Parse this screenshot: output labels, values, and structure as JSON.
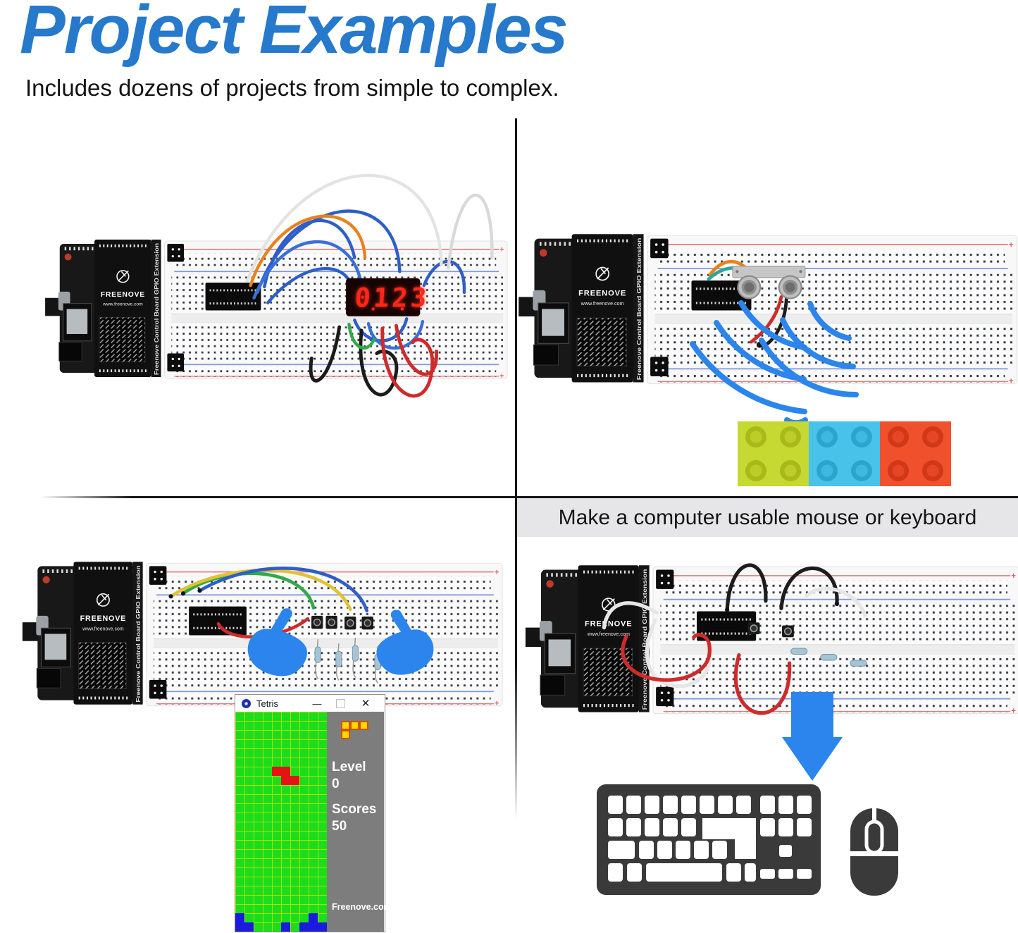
{
  "header": {
    "title": "Project Examples",
    "subtitle": "Includes dozens of projects from simple to complex.",
    "title_color": "#2679cb"
  },
  "board": {
    "brand": "FREENOVE",
    "website": "www.freenove.com",
    "edge_label": "Freenove Control Board GPIO Extension"
  },
  "seven_segment": {
    "display_value": "0123"
  },
  "caption_bar": {
    "text": "Make a computer usable mouse or keyboard"
  },
  "colors": {
    "accent_blue": "#2b85ec",
    "wire_blue": "#2e5ec8",
    "wire_red": "#cf2b2b",
    "wire_green": "#2faa4a",
    "wire_yellow": "#e0c235",
    "wire_orange": "#e8821e",
    "lego": [
      "#c6d832",
      "#48c2e8",
      "#f0502c"
    ],
    "segment_red": "#ff2718"
  },
  "tetris": {
    "window_title": "Tetris",
    "minimize_glyph": "—",
    "close_glyph": "✕",
    "level_label": "Level",
    "level_value": "0",
    "scores_label": "Scores",
    "scores_value": "50",
    "footer": "Freenove.com",
    "playfield": {
      "cols": 10,
      "rows": 24,
      "cell": 13,
      "bg": "#1cdd1c",
      "grid_line": "#d8e200"
    },
    "falling_piece": {
      "color": "#e51414",
      "cells": [
        [
          6,
          4
        ],
        [
          6,
          5
        ],
        [
          7,
          5
        ],
        [
          7,
          6
        ]
      ]
    },
    "stack": {
      "color": "#1a1ae0",
      "cells": [
        [
          22,
          0
        ],
        [
          22,
          8
        ],
        [
          23,
          0
        ],
        [
          23,
          1
        ],
        [
          23,
          5
        ],
        [
          23,
          7
        ],
        [
          23,
          8
        ],
        [
          23,
          9
        ]
      ]
    },
    "next_piece": {
      "color": "#ffd800",
      "border": "#cc5200",
      "cells": [
        [
          0,
          0
        ],
        [
          0,
          1
        ],
        [
          0,
          2
        ],
        [
          1,
          0
        ]
      ]
    }
  }
}
